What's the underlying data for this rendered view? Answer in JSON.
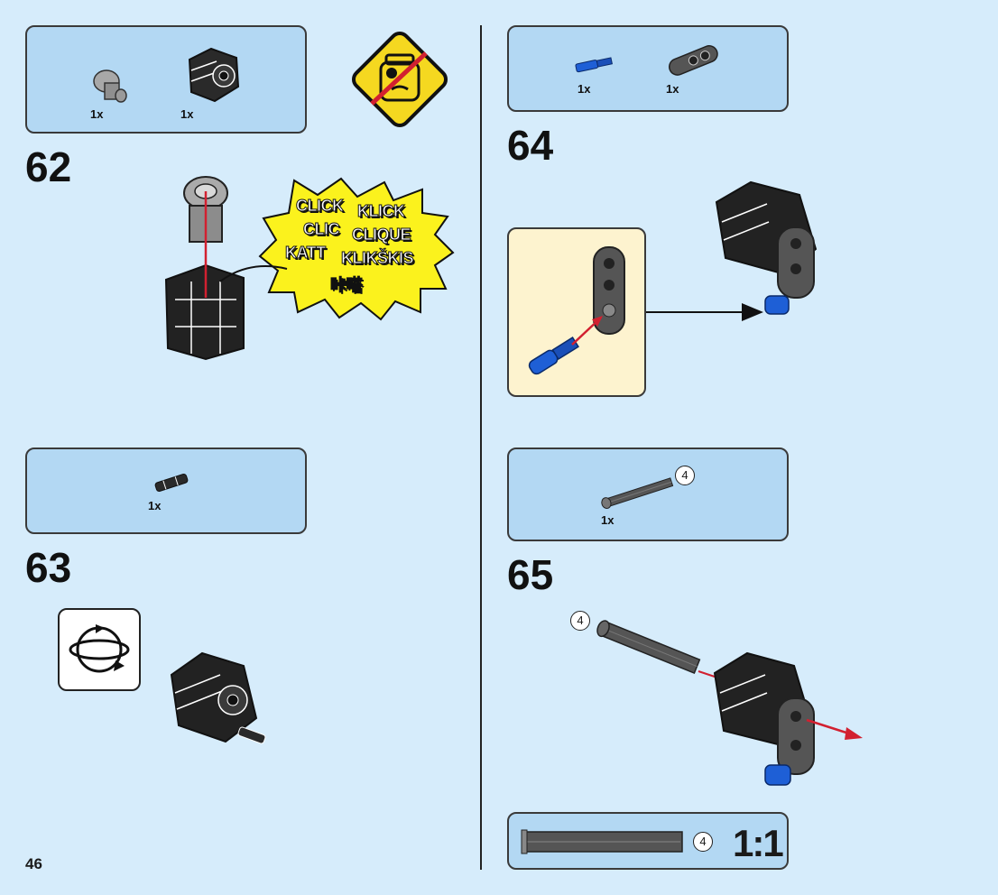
{
  "page_number": "46",
  "steps": [
    {
      "number": "62",
      "parts": [
        {
          "name": "bush",
          "qty": "1x"
        },
        {
          "name": "hub",
          "qty": "1x"
        }
      ],
      "click_words": [
        "CLICK",
        "KLICK",
        "CLIC",
        "CLIQUE",
        "KATT",
        "KLIKŠKIS",
        "咔嗒"
      ]
    },
    {
      "number": "63",
      "parts": [
        {
          "name": "connector-peg",
          "qty": "1x"
        }
      ]
    },
    {
      "number": "64",
      "parts": [
        {
          "name": "blue-axle-pin",
          "qty": "1x"
        },
        {
          "name": "grey-beam",
          "qty": "1x"
        }
      ]
    },
    {
      "number": "65",
      "parts": [
        {
          "name": "axle-4",
          "qty": "1x",
          "length": "4"
        }
      ],
      "axle_length": "4",
      "scale_length": "4",
      "scale_label": "1:1"
    }
  ],
  "colors": {
    "background": "#d6ecfb",
    "parts_box": "#b3d8f3",
    "inset": "#fdf3cf",
    "warning": "#f5d820",
    "burst": "#fbf21d",
    "blue_part": "#1e5fd6",
    "arrow_red": "#d22030"
  }
}
